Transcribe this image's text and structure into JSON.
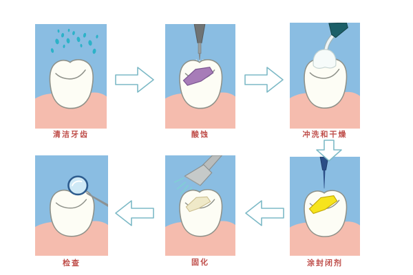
{
  "page": {
    "type": "dental-procedure-infographic",
    "background": "#ffffff"
  },
  "colors": {
    "panel_blue": "#8abde2",
    "gum_pink": "#f5bcae",
    "tooth_white": "#fdfdf5",
    "tooth_outline": "#8e9189",
    "label_red": "#bf4e4a",
    "arrow_outline": "#7cb9c6",
    "droplet_teal": "#2cb2c8",
    "etch_purple": "#a77cb8",
    "sealant_yellow": "#f6e41d",
    "cured_cream": "#efe9c8",
    "tool_gray": "#6f7374",
    "nozzle_teal": "#1c5f68",
    "needle_navy": "#2b4e86",
    "curing_light_gray": "#c6cac9",
    "ray_teal": "#7fd0d4",
    "mirror_rim_blue": "#2d5c8e",
    "mirror_lens_blue": "#cfe9f6"
  },
  "steps": [
    {
      "id": 1,
      "label": "清洁牙齿",
      "illustration": "tooth-with-water-droplets",
      "position": "top-left"
    },
    {
      "id": 2,
      "label": "酸蚀",
      "illustration": "tooth-with-etching-applicator-purple-gel",
      "position": "top-middle"
    },
    {
      "id": 3,
      "label": "冲洗和干燥",
      "illustration": "tooth-with-rinse-nozzle-and-foam",
      "position": "top-right"
    },
    {
      "id": 4,
      "label": "涂封闭剂",
      "illustration": "tooth-with-needle-applying-yellow-sealant",
      "position": "bottom-right"
    },
    {
      "id": 5,
      "label": "固化",
      "illustration": "tooth-with-curing-light-rays",
      "position": "bottom-middle"
    },
    {
      "id": 6,
      "label": "检查",
      "illustration": "tooth-with-dental-mirror",
      "position": "bottom-left"
    }
  ],
  "flow": {
    "arrows": [
      {
        "from": 1,
        "to": 2,
        "direction": "right"
      },
      {
        "from": 2,
        "to": 3,
        "direction": "right"
      },
      {
        "from": 3,
        "to": 4,
        "direction": "down"
      },
      {
        "from": 4,
        "to": 5,
        "direction": "left"
      },
      {
        "from": 5,
        "to": 6,
        "direction": "left"
      }
    ]
  }
}
